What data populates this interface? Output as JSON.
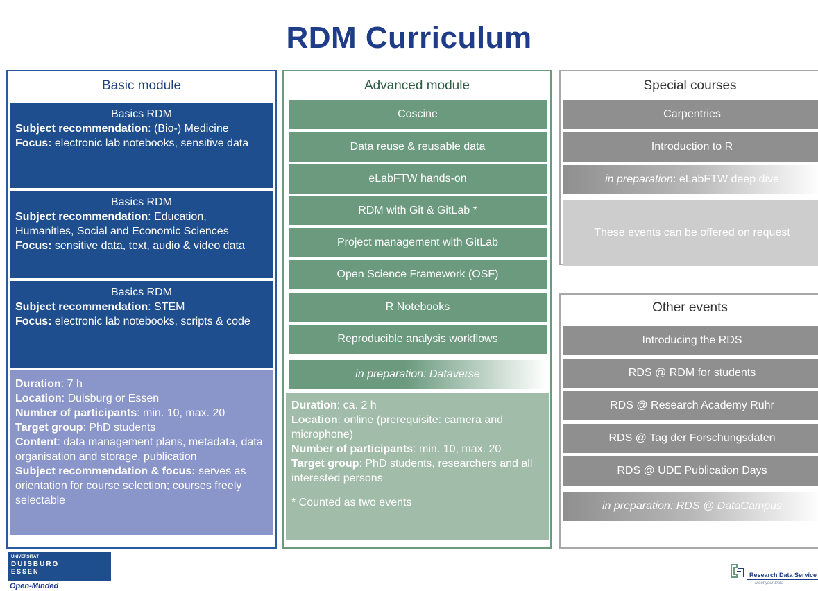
{
  "title": "RDM Curriculum",
  "basic": {
    "heading": "Basic module",
    "courses": [
      {
        "name": "Basics RDM",
        "rec_label": "Subject recommendation",
        "rec": ": (Bio-) Medicine",
        "focus_label": "Focus:",
        "focus": " electronic lab notebooks, sensitive data"
      },
      {
        "name": "Basics RDM",
        "rec_label": "Subject recommendation",
        "rec": ": Education, Humanities, Social and Economic Sciences",
        "focus_label": "Focus:",
        "focus": " sensitive data, text, audio & video data"
      },
      {
        "name": "Basics RDM",
        "rec_label": "Subject recommendation",
        "rec": ": STEM",
        "focus_label": "Focus:",
        "focus": " electronic lab notebooks, scripts & code"
      }
    ],
    "info": {
      "duration_label": "Duration",
      "duration": ": 7 h",
      "location_label": "Location",
      "location": ": Duisburg or Essen",
      "participants_label": "Number of participants",
      "participants": ": min. 10, max. 20",
      "target_label": "Target group",
      "target": ": PhD students",
      "content_label": "Content",
      "content": ": data management plans, metadata, data organisation and storage, publication",
      "recfocus_label": "Subject recommendation & focus:",
      "recfocus": " serves as orientation for course selection; courses freely selectable"
    }
  },
  "advanced": {
    "heading": "Advanced module",
    "courses": [
      "Coscine",
      "Data reuse & reusable data",
      "eLabFTW hands-on",
      "RDM with Git & GitLab *",
      "Project management with GitLab",
      "Open Science Framework (OSF)",
      "R Notebooks",
      "Reproducible analysis workflows"
    ],
    "preparation": "in preparation: Dataverse",
    "info": {
      "duration_label": "Duration",
      "duration": ": ca. 2 h",
      "location_label": "Location",
      "location": ": online (prerequisite: camera and microphone)",
      "participants_label": "Number of participants",
      "participants": ": min. 10, max. 20",
      "target_label": "Target group",
      "target": ": PhD students, researchers and all interested persons",
      "note": "* Counted as two events"
    }
  },
  "special": {
    "heading": "Special courses",
    "courses": [
      "Carpentries",
      "Introduction to R"
    ],
    "preparation_label": "in preparation",
    "preparation_text": ": eLabFTW deep dive",
    "request": "These events can be offered on request"
  },
  "other": {
    "heading": "Other events",
    "events": [
      "Introducing the RDS",
      "RDS @ RDM for students",
      "RDS @ Research Academy Ruhr",
      "RDS @ Tag der Forschungsdaten",
      "RDS @ UDE Publication Days"
    ],
    "preparation": "in preparation: RDS @ DataCampus"
  },
  "footer": {
    "ude_line1": "UNIVERSITÄT",
    "ude_line2": "DUISBURG",
    "ude_line3": "ESSEN",
    "slogan": "Open-Minded",
    "rds_name": "Research Data Service",
    "rds_sub": "Meet your Data"
  },
  "colors": {
    "title": "#1f3c88",
    "basic_dark": "#1f4e8f",
    "basic_light": "#8a95c9",
    "advanced": "#6b9a7e",
    "advanced_light": "#a1bca8",
    "special": "#8f8f8f",
    "special_light": "#cdcdcd"
  }
}
